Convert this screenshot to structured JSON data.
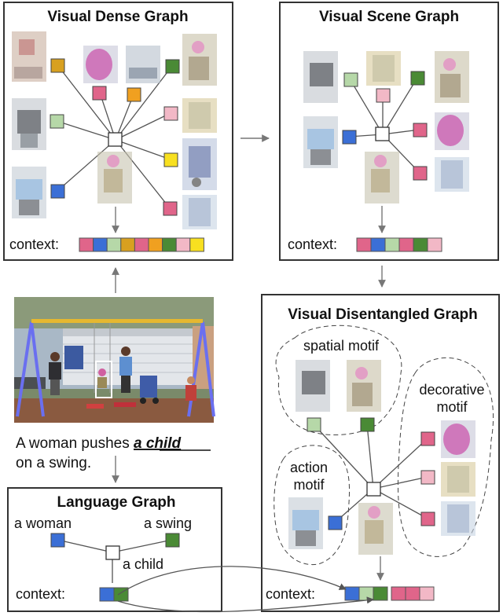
{
  "panels": {
    "dense": {
      "title": "Visual Dense Graph",
      "context_label": "context:"
    },
    "scene": {
      "title": "Visual Scene Graph",
      "context_label": "context:"
    },
    "disentangled": {
      "title": "Visual Disentangled Graph",
      "context_label": "context:"
    },
    "language": {
      "title": "Language Graph",
      "context_label": "context:"
    }
  },
  "motifs": {
    "spatial": "spatial motif",
    "decorative_line1": "decorative",
    "decorative_line2": "motif",
    "action_line1": "action",
    "action_line2": "motif"
  },
  "caption": {
    "line1_before": "A woman pushes ",
    "line1_emph": "a child",
    "line2": "on a swing."
  },
  "language_nodes": {
    "woman": "a woman",
    "swing": "a swing",
    "child": "a child"
  },
  "colors": {
    "blue": "#3b6fd6",
    "green": "#4a8a35",
    "light_green": "#b6d8a8",
    "pink": "#e0658a",
    "light_pink": "#f2b8c6",
    "orange": "#f0a020",
    "mustard": "#d8a020",
    "yellow": "#f8e020",
    "frame": "#333333"
  },
  "dense_context": [
    "pink",
    "blue",
    "light_green",
    "mustard",
    "pink",
    "orange",
    "green",
    "light_pink",
    "yellow"
  ],
  "scene_context": [
    "pink",
    "blue",
    "light_green",
    "pink",
    "green",
    "light_pink"
  ],
  "disentangled_context": [
    "blue",
    "light_green",
    "green",
    "pink",
    "pink",
    "light_pink"
  ],
  "language_context": [
    "blue",
    "green"
  ]
}
